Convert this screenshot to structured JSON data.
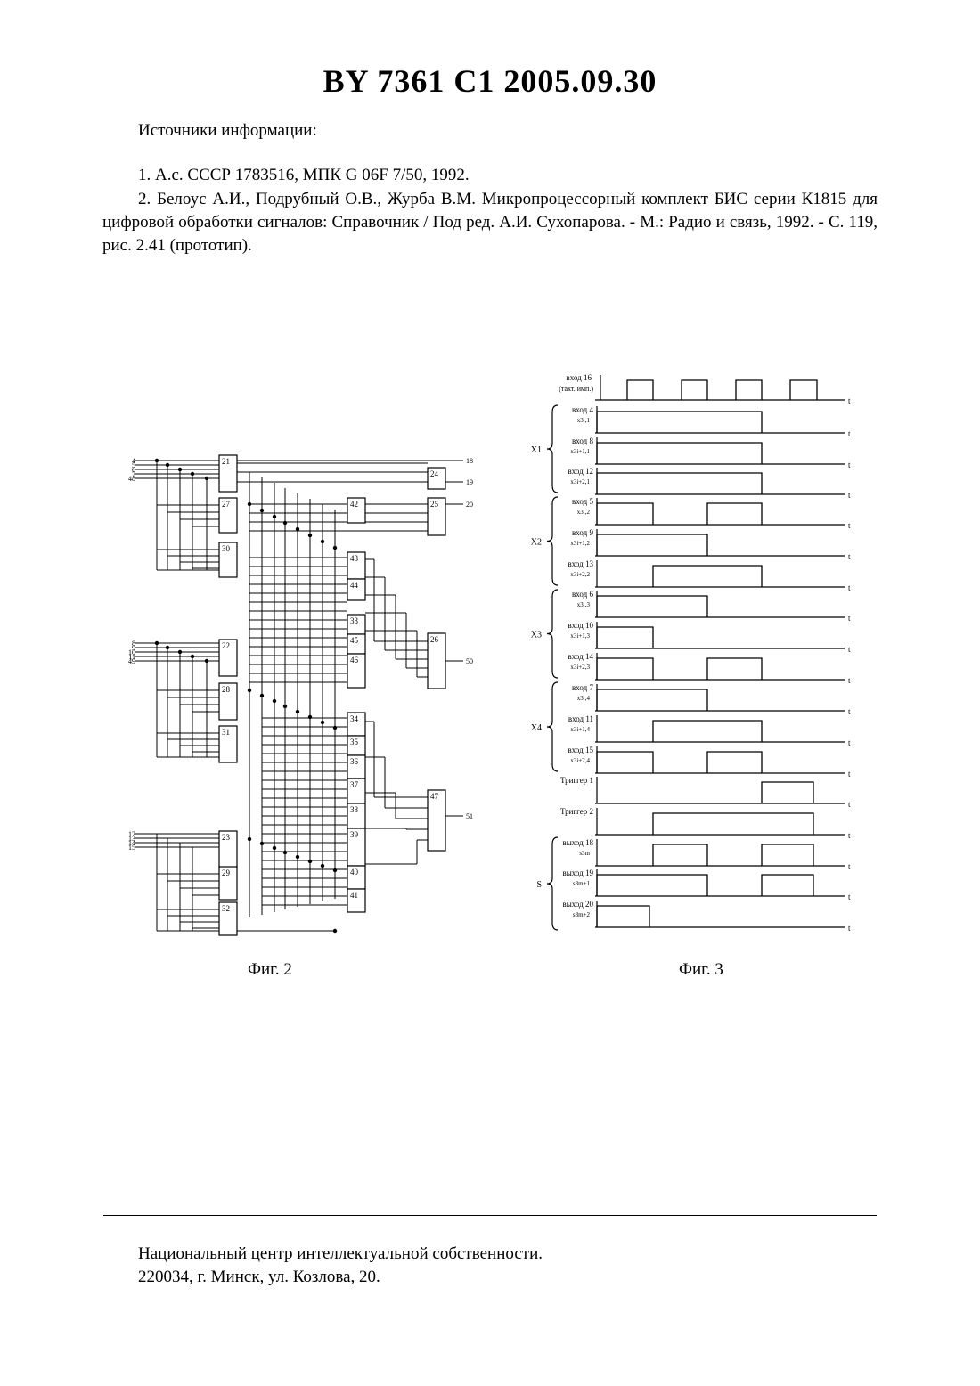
{
  "header": {
    "title": "BY  7361  C1  2005.09.30"
  },
  "sources": {
    "heading": "Источники информации:",
    "ref1": "1. А.с. СССР 1783516, МПК G 06F 7/50, 1992.",
    "ref2": "2. Белоус А.И., Подрубный О.В., Журба В.М. Микропроцессорный комплект БИС серии К1815 для цифровой обработки сигналов: Справочник / Под ред. А.И. Сухопарова. - М.: Радио и связь, 1992. - С. 119, рис. 2.41 (прототип)."
  },
  "fig2": {
    "caption": "Фиг. 2",
    "input_groups": [
      [
        "4",
        "5",
        "6",
        "7",
        "48"
      ],
      [
        "8",
        "9",
        "10",
        "11",
        "49"
      ],
      [
        "12",
        "13",
        "14",
        "15"
      ]
    ],
    "blocks": [
      "21",
      "27",
      "30",
      "22",
      "28",
      "31",
      "23",
      "29",
      "32",
      "24",
      "25",
      "42",
      "43",
      "44",
      "33",
      "45",
      "46",
      "26",
      "34",
      "35",
      "36",
      "37",
      "38",
      "39",
      "40",
      "41",
      "47"
    ],
    "outputs": [
      "18",
      "19",
      "20",
      "50",
      "51"
    ]
  },
  "fig3": {
    "caption": "Фиг. 3",
    "t_label": "t",
    "clock": {
      "label1": "вход 16",
      "label2": "(такт. имп.)"
    },
    "groups": [
      "X1",
      "X2",
      "X3",
      "X4",
      "S"
    ],
    "signals": [
      {
        "label": "вход 4",
        "sub": "x3i,1"
      },
      {
        "label": "вход 8",
        "sub": "x3i+1,1"
      },
      {
        "label": "вход 12",
        "sub": "x3i+2,1"
      },
      {
        "label": "вход 5",
        "sub": "x3i,2"
      },
      {
        "label": "вход 9",
        "sub": "x3i+1,2"
      },
      {
        "label": "вход 13",
        "sub": "x3i+2,2"
      },
      {
        "label": "вход 6",
        "sub": "x3i,3"
      },
      {
        "label": "вход 10",
        "sub": "x3i+1,3"
      },
      {
        "label": "вход 14",
        "sub": "x3i+2,3"
      },
      {
        "label": "вход 7",
        "sub": "x3i,4"
      },
      {
        "label": "вход 11",
        "sub": "x3i+1,4"
      },
      {
        "label": "вход 15",
        "sub": "x3i+2,4"
      },
      {
        "label": "Триггер 1",
        "sub": ""
      },
      {
        "label": "Триггер 2",
        "sub": ""
      },
      {
        "label": "выход 18",
        "sub": "s3m"
      },
      {
        "label": "выход 19",
        "sub": "s3m+1"
      },
      {
        "label": "выход 20",
        "sub": "s3m+2"
      }
    ]
  },
  "footer": {
    "org": "Национальный центр интеллектуальной собственности.",
    "address": "220034, г. Минск, ул. Козлова, 20."
  }
}
